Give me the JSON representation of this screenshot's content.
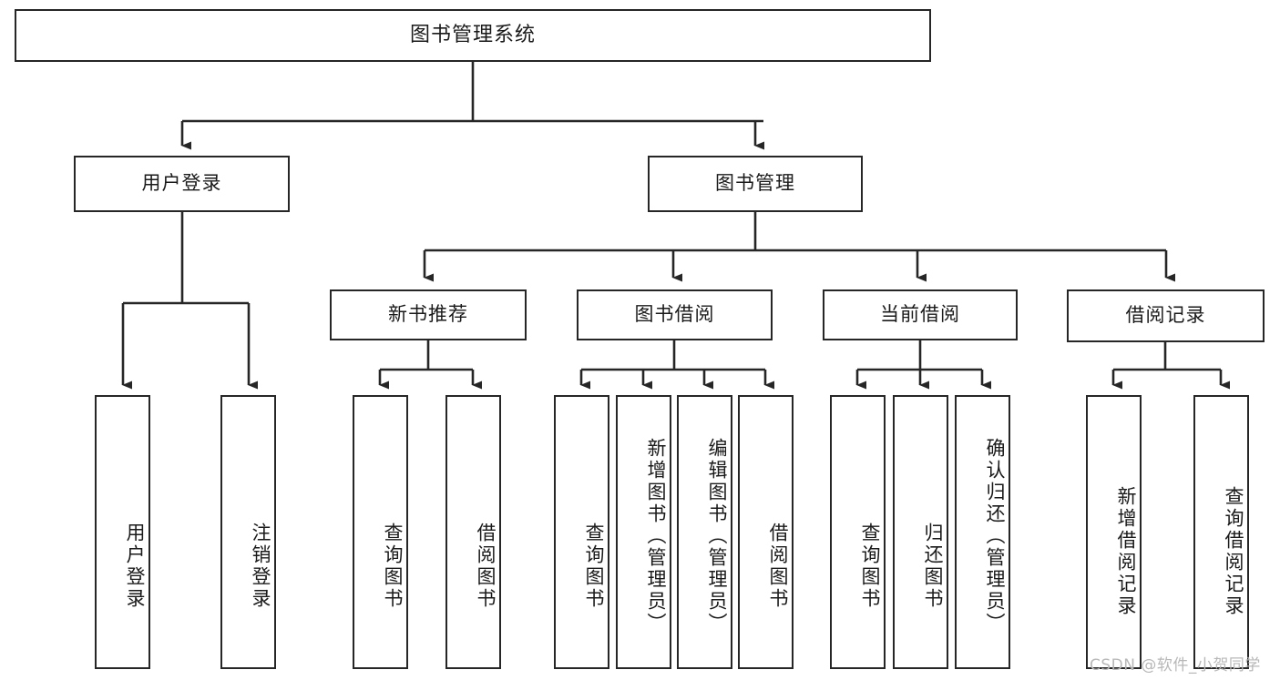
{
  "diagram": {
    "title": "图书管理系统",
    "type": "tree-hierarchy",
    "watermark": "CSDN @软件_小贺同学",
    "colors": {
      "stroke": "#262626",
      "fill": "#ffffff",
      "text": "#1a1a1a",
      "watermark": "#b8b8b8"
    },
    "root": {
      "label": "图书管理系统"
    },
    "level2": [
      {
        "label": "用户登录"
      },
      {
        "label": "图书管理"
      }
    ],
    "level3": [
      {
        "label": "新书推荐"
      },
      {
        "label": "图书借阅"
      },
      {
        "label": "当前借阅"
      },
      {
        "label": "借阅记录"
      }
    ],
    "leaves": {
      "user_login": [
        {
          "label": "用户登录"
        },
        {
          "label": "注销登录"
        }
      ],
      "new_book": [
        {
          "label": "查询图书"
        },
        {
          "label": "借阅图书"
        }
      ],
      "book_borrow": [
        {
          "label": "查询图书"
        },
        {
          "label": "新增图书（管理员）"
        },
        {
          "label": "编辑图书（管理员）"
        },
        {
          "label": "借阅图书"
        }
      ],
      "current_borrow": [
        {
          "label": "查询图书"
        },
        {
          "label": "归还图书"
        },
        {
          "label": "确认归还（管理员）"
        }
      ],
      "borrow_record": [
        {
          "label": "新增借阅记录"
        },
        {
          "label": "查询借阅记录"
        }
      ]
    }
  }
}
